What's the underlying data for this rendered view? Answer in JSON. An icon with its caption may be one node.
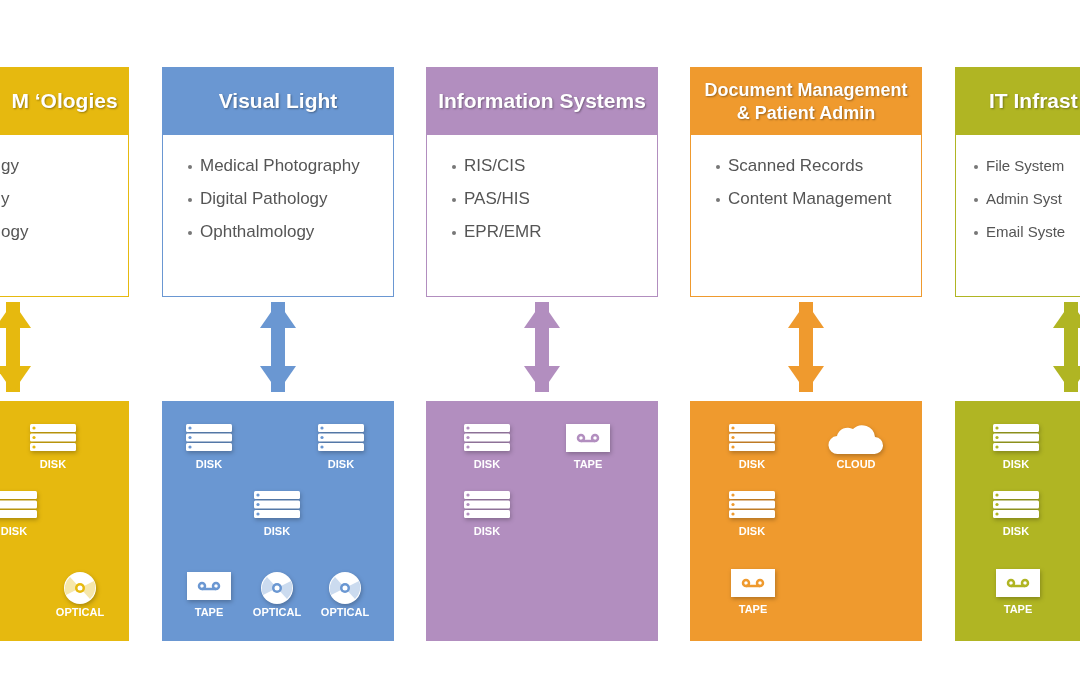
{
  "diagram": {
    "nodes": [
      {
        "text": [
          "M ‘Ologies",
          "gy",
          "y",
          "ogy"
        ]
      },
      {
        "text": [],
        "shape": "box"
      },
      {
        "text": [
          "DISK"
        ],
        "in": 1
      },
      {
        "text": [
          "DISK"
        ],
        "in": 1
      },
      {
        "text": [
          "OPTICAL"
        ],
        "in": 1
      },
      {
        "text": [
          "Visual Light",
          "Medical Photography",
          "Digital Pathology",
          "Ophthalmology"
        ]
      },
      {
        "text": [],
        "shape": "box"
      },
      {
        "text": [
          "DISK"
        ],
        "in": 6
      },
      {
        "text": [
          "DISK"
        ],
        "in": 6
      },
      {
        "text": [
          "DISK"
        ],
        "in": 6
      },
      {
        "text": [
          "TAPE"
        ],
        "in": 6
      },
      {
        "text": [
          "OPTICAL"
        ],
        "in": 6
      },
      {
        "text": [
          "OPTICAL"
        ],
        "in": 6
      },
      {
        "text": [
          "Information Systems",
          "RIS/CIS",
          "PAS/HIS",
          "EPR/EMR"
        ]
      },
      {
        "text": [],
        "shape": "box"
      },
      {
        "text": [
          "DISK"
        ],
        "in": 14
      },
      {
        "text": [
          "TAPE"
        ],
        "in": 14
      },
      {
        "text": [
          "DISK"
        ],
        "in": 14
      },
      {
        "text": [
          "Document Management & Patient Admin",
          "Scanned Records",
          "Content Management"
        ]
      },
      {
        "text": [],
        "shape": "box"
      },
      {
        "text": [
          "DISK"
        ],
        "in": 19
      },
      {
        "text": [
          "CLOUD"
        ],
        "in": 19
      },
      {
        "text": [
          "DISK"
        ],
        "in": 19
      },
      {
        "text": [
          "TAPE"
        ],
        "in": 19
      },
      {
        "text": [
          "IT Infrast",
          "File System",
          "Admin Syst",
          "Email Syste"
        ]
      },
      {
        "text": [],
        "shape": "box"
      },
      {
        "text": [
          "DISK"
        ],
        "in": 25
      },
      {
        "text": [
          "DISK"
        ],
        "in": 25
      },
      {
        "text": [
          "TAPE"
        ],
        "in": 25
      }
    ],
    "edges": [
      {
        "from": 0,
        "to": 1,
        "arrow": "both",
        "color": "#e6b90f"
      },
      {
        "from": 5,
        "to": 6,
        "arrow": "both",
        "color": "#6a97d2"
      },
      {
        "from": 13,
        "to": 14,
        "arrow": "both",
        "color": "#b28ebf"
      },
      {
        "from": 18,
        "to": 19,
        "arrow": "both",
        "color": "#ef9a2e"
      },
      {
        "from": 24,
        "to": 25,
        "arrow": "both",
        "color": "#b0b523"
      }
    ]
  }
}
